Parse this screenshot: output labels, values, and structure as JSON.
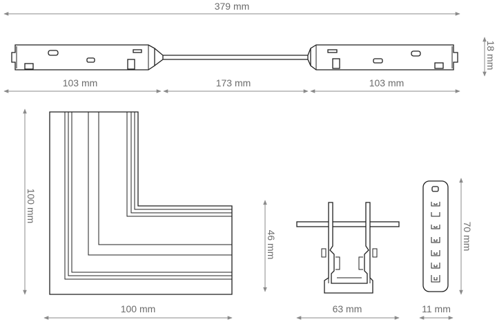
{
  "dimensions": {
    "connector_total_length": "379 mm",
    "connector_height": "18 mm",
    "connector_left_block": "103 mm",
    "connector_cable": "173 mm",
    "connector_right_block": "103 mm",
    "corner_height": "100 mm",
    "corner_width": "100 mm",
    "profile_height": "46 mm",
    "profile_width": "63 mm",
    "insert_height": "70 mm",
    "insert_width": "11 mm"
  },
  "colors": {
    "dimension_line": "#8a8a8a",
    "dimension_text": "#6b6b6b",
    "outline": "#1f1f1f",
    "background": "#ffffff"
  }
}
